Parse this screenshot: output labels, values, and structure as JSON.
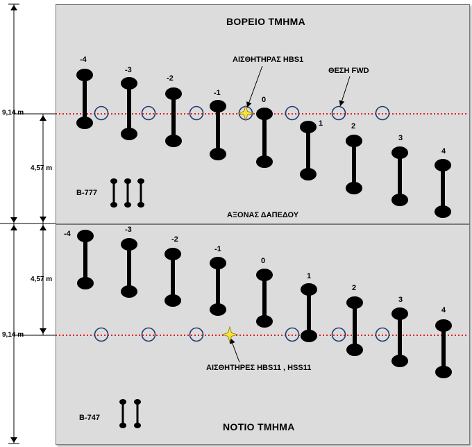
{
  "north": {
    "title": "ΒΟΡΕΙΟ ΤΜΗΜΑ",
    "sensor_label": "ΑΙΣΘΗΤΗΡΑΣ  HBS1",
    "fwd_label": "ΘΕΣΗ FWD",
    "aircraft": "B-777",
    "gear_labels": [
      "-4",
      "-3",
      "-2",
      "-1",
      "0",
      "1",
      "2",
      "3",
      "4"
    ]
  },
  "south": {
    "title": "ΝΟΤΙΟ ΤΜΗΜΑ",
    "sensor_label": "ΑΙΣΘΗΤΗΡΕΣ HBS11  ,  HSS11",
    "aircraft": "B-747",
    "gear_labels": [
      "-4",
      "-3",
      "-2",
      "-1",
      "0",
      "1",
      "2",
      "3",
      "4"
    ]
  },
  "axis_label": "ΑΞΟΝΑΣ ΔΑΠΕΔΟΥ",
  "dimensions": {
    "full_north": "9,14 m",
    "half_north": "4,57 m",
    "half_south": "4,57 m",
    "full_south": "9,14 m"
  },
  "colors": {
    "panel": "#dcdcdc",
    "gear": "#000000",
    "line": "#e02020",
    "circle": "#1f3a6e",
    "star": "#f7e43a"
  },
  "icons": {
    "sensor_marker": "star-icon",
    "fwd_position": "circle-icon"
  }
}
